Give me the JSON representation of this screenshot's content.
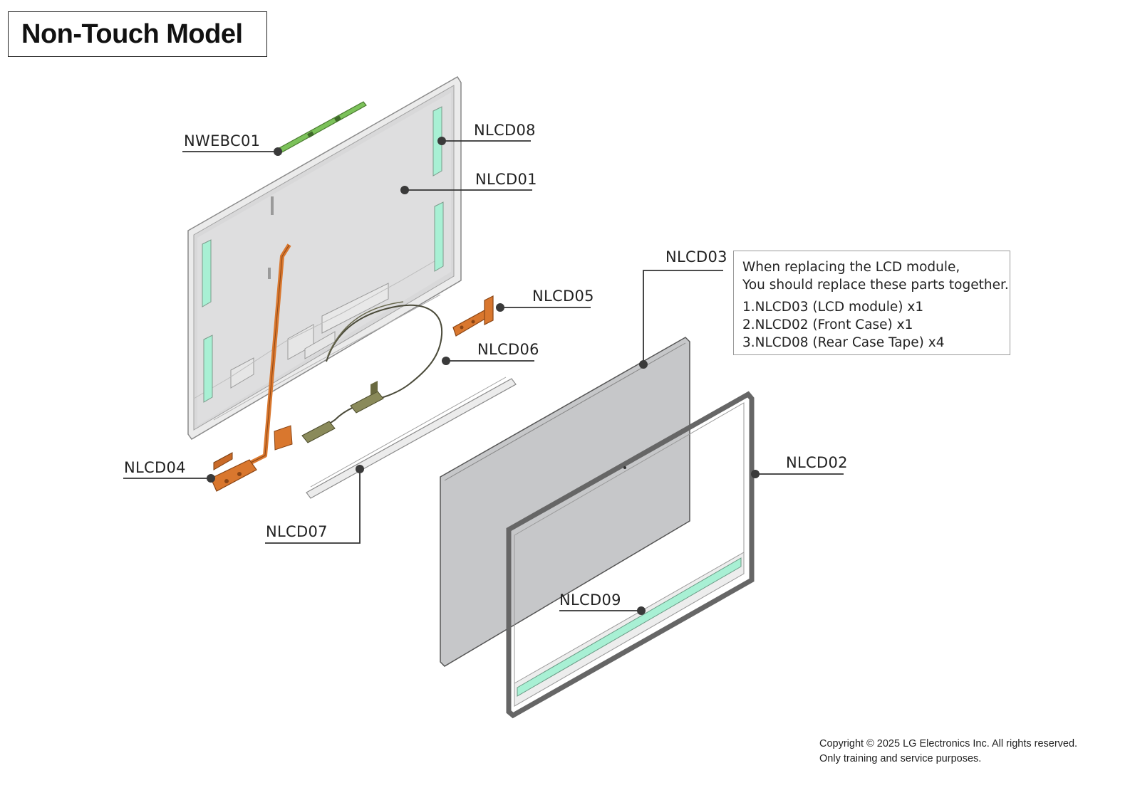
{
  "title": "Non-Touch Model",
  "labels": {
    "nwebc01": "NWEBC01",
    "nlcd08": "NLCD08",
    "nlcd01": "NLCD01",
    "nlcd03": "NLCD03",
    "nlcd05": "NLCD05",
    "nlcd06": "NLCD06",
    "nlcd04": "NLCD04",
    "nlcd07": "NLCD07",
    "nlcd02": "NLCD02",
    "nlcd09": "NLCD09"
  },
  "note": {
    "line1": "When replacing the LCD module,",
    "line2": "You should replace these parts together.",
    "items": [
      "1.NLCD03 (LCD module) x1",
      "2.NLCD02 (Front Case) x1",
      "3.NLCD08 (Rear Case Tape) x4"
    ]
  },
  "footer": {
    "copyright": "Copyright © 2025 LG Electronics Inc. All rights reserved.",
    "purpose": "Only training and service purposes."
  },
  "colors": {
    "tape": "#a8f0d4",
    "copper": "#d9772e",
    "webcam_board": "#7cc25a",
    "panel_gray": "#c6c7c9",
    "rear_case": "#e6e6e6",
    "leader": "#333333"
  }
}
